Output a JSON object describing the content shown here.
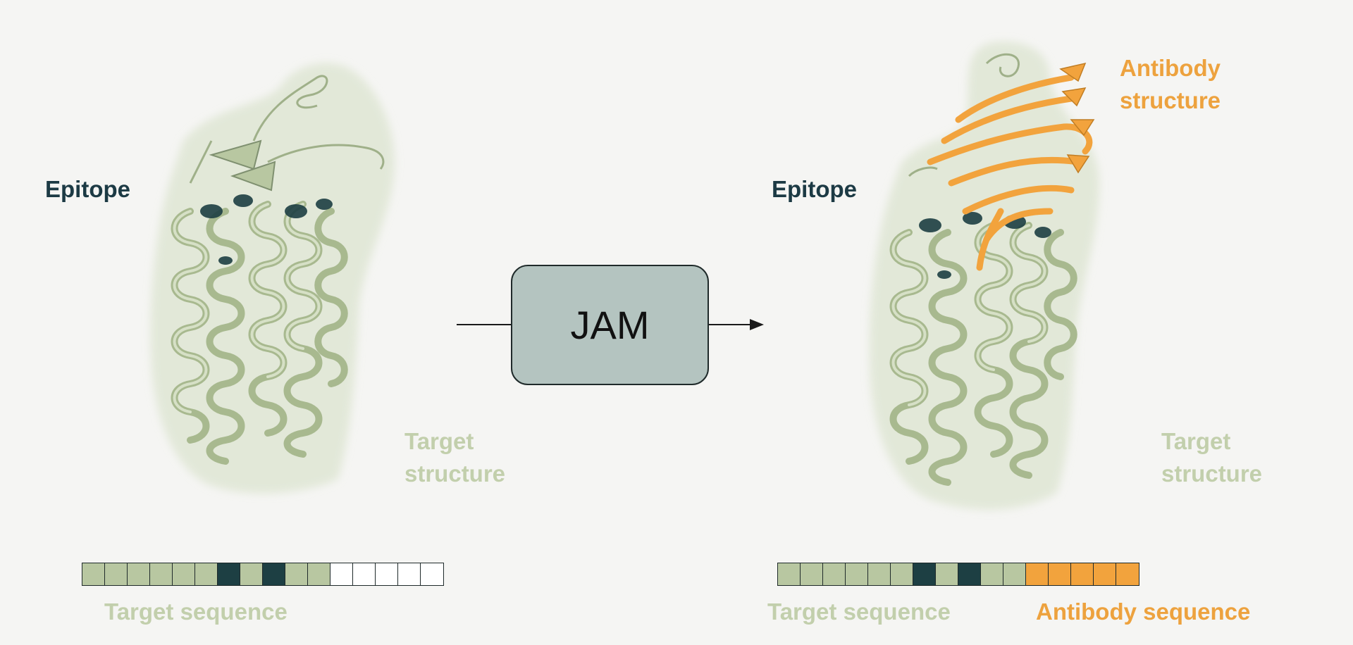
{
  "labels": {
    "epitope_left": "Epitope",
    "epitope_right": "Epitope",
    "target_structure_left": [
      "Target",
      "structure"
    ],
    "target_structure_right": [
      "Target",
      "structure"
    ],
    "antibody_structure": [
      "Antibody",
      "structure"
    ],
    "target_sequence_left": "Target sequence",
    "target_sequence_right": "Target sequence",
    "antibody_sequence": "Antibody sequence"
  },
  "model": {
    "name": "JAM"
  },
  "colors": {
    "target": "#b8c7a1",
    "epitope": "#1d3f43",
    "antibody": "#f2a33d",
    "empty": "#ffffff",
    "box_fill": "#b4c4c0",
    "label_target": "#c2cfac",
    "label_epitope": "#1c3a44",
    "label_antibody": "#eda23e"
  },
  "sequences": {
    "input": [
      "target",
      "target",
      "target",
      "target",
      "target",
      "target",
      "epitope",
      "target",
      "epitope",
      "target",
      "target",
      "empty",
      "empty",
      "empty",
      "empty",
      "empty"
    ],
    "output": [
      "target",
      "target",
      "target",
      "target",
      "target",
      "target",
      "epitope",
      "target",
      "epitope",
      "target",
      "target",
      "antibody",
      "antibody",
      "antibody",
      "antibody",
      "antibody"
    ]
  }
}
